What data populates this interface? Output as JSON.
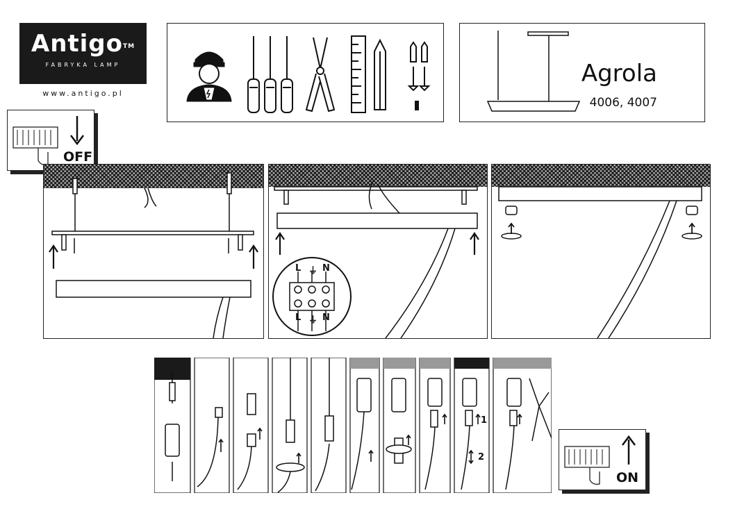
{
  "brand": {
    "name": "Antigo",
    "trademark": "TM",
    "tagline": "FABRYKA LAMP",
    "website": "www.antigo.pl"
  },
  "product": {
    "name": "Agrola",
    "codes": "4006, 4007"
  },
  "switch": {
    "off_label": "OFF",
    "on_label": "ON"
  },
  "terminal": {
    "top_labels": [
      "L",
      "⏚",
      "N"
    ],
    "bottom_labels": [
      "L",
      "⏚",
      "N"
    ]
  },
  "steps": {
    "label_1": "1",
    "label_2": "2"
  }
}
